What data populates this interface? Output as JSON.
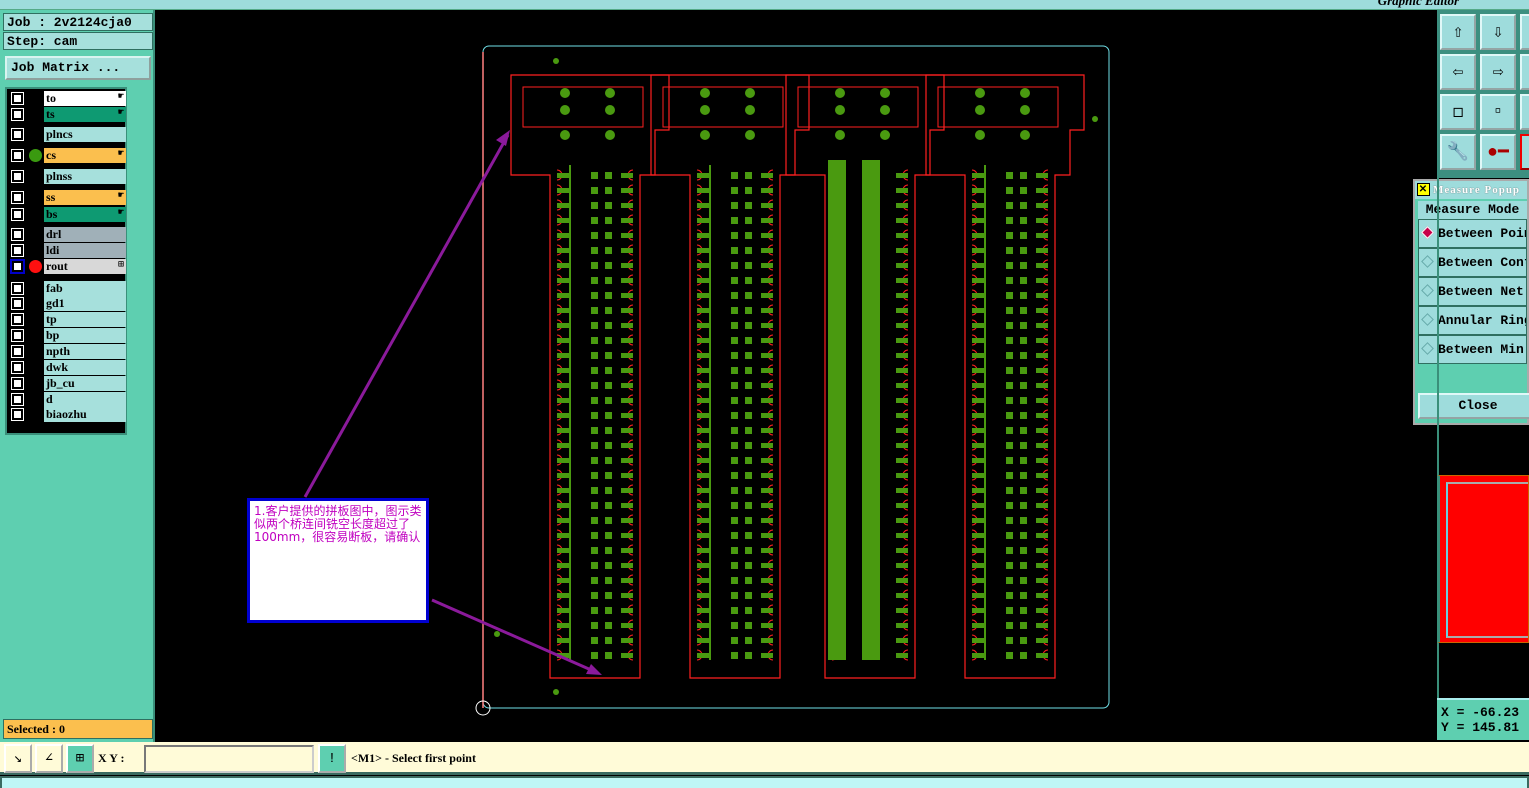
{
  "window": {
    "title": "Graphic Editor"
  },
  "job": {
    "job_label": "Job : 2v2124cja0",
    "step_label": "Step: cam",
    "matrix_button": "Job Matrix ..."
  },
  "layers": [
    {
      "name": "to",
      "color": "#ffffff",
      "hand": true
    },
    {
      "name": "ts",
      "color": "#0e9a72",
      "hand": true
    },
    {
      "name": "plncs",
      "color": "#a6e0dc"
    },
    {
      "name": "cs",
      "color": "#fbbf4e",
      "hand": true,
      "active_dot": "#3a9a10"
    },
    {
      "name": "plnss",
      "color": "#a6e0dc"
    },
    {
      "name": "ss",
      "color": "#fbbf4e",
      "hand": true
    },
    {
      "name": "bs",
      "color": "#0e9a72",
      "hand": true
    },
    {
      "name": "drl",
      "color": "#a0b0b8"
    },
    {
      "name": "ldi",
      "color": "#a0b0b8"
    },
    {
      "name": "rout",
      "color": "#d8d8d8",
      "active_dot": "#ff1010",
      "work": true
    },
    {
      "name": "fab",
      "color": "#a6e0dc"
    },
    {
      "name": "gd1",
      "color": "#a6e0dc"
    },
    {
      "name": "tp",
      "color": "#a6e0dc"
    },
    {
      "name": "bp",
      "color": "#a6e0dc"
    },
    {
      "name": "npth",
      "color": "#a6e0dc"
    },
    {
      "name": "dwk",
      "color": "#a6e0dc"
    },
    {
      "name": "jb_cu",
      "color": "#a6e0dc"
    },
    {
      "name": "d",
      "color": "#a6e0dc"
    },
    {
      "name": "biaozhu",
      "color": "#a6e0dc"
    }
  ],
  "selected": "Selected : 0",
  "annotation": "1.客户提供的拼板图中，图示类似两个桥连间铣空长度超过了100mm，很容易断板，请确认",
  "measure_popup": {
    "title": "Measure Popup",
    "header": "Measure Mode",
    "options": [
      {
        "label": "Between Points",
        "selected": true
      },
      {
        "label": "Between Contours",
        "selected": false
      },
      {
        "label": "Between Net",
        "selected": false
      },
      {
        "label": "Annular Ring",
        "selected": false
      },
      {
        "label": "Between Min",
        "selected": false
      }
    ],
    "close": "Close"
  },
  "coords": {
    "x": "X = -66.23",
    "y": "Y = 145.81"
  },
  "bottom": {
    "xy_label": "X Y :",
    "xy_value": "",
    "prompt": "<M1> - Select first point"
  },
  "colors": {
    "outline": "#ff2020",
    "copper": "#4a9a10",
    "arrow": "#8b1a9b",
    "profile": "#70e0e8"
  }
}
